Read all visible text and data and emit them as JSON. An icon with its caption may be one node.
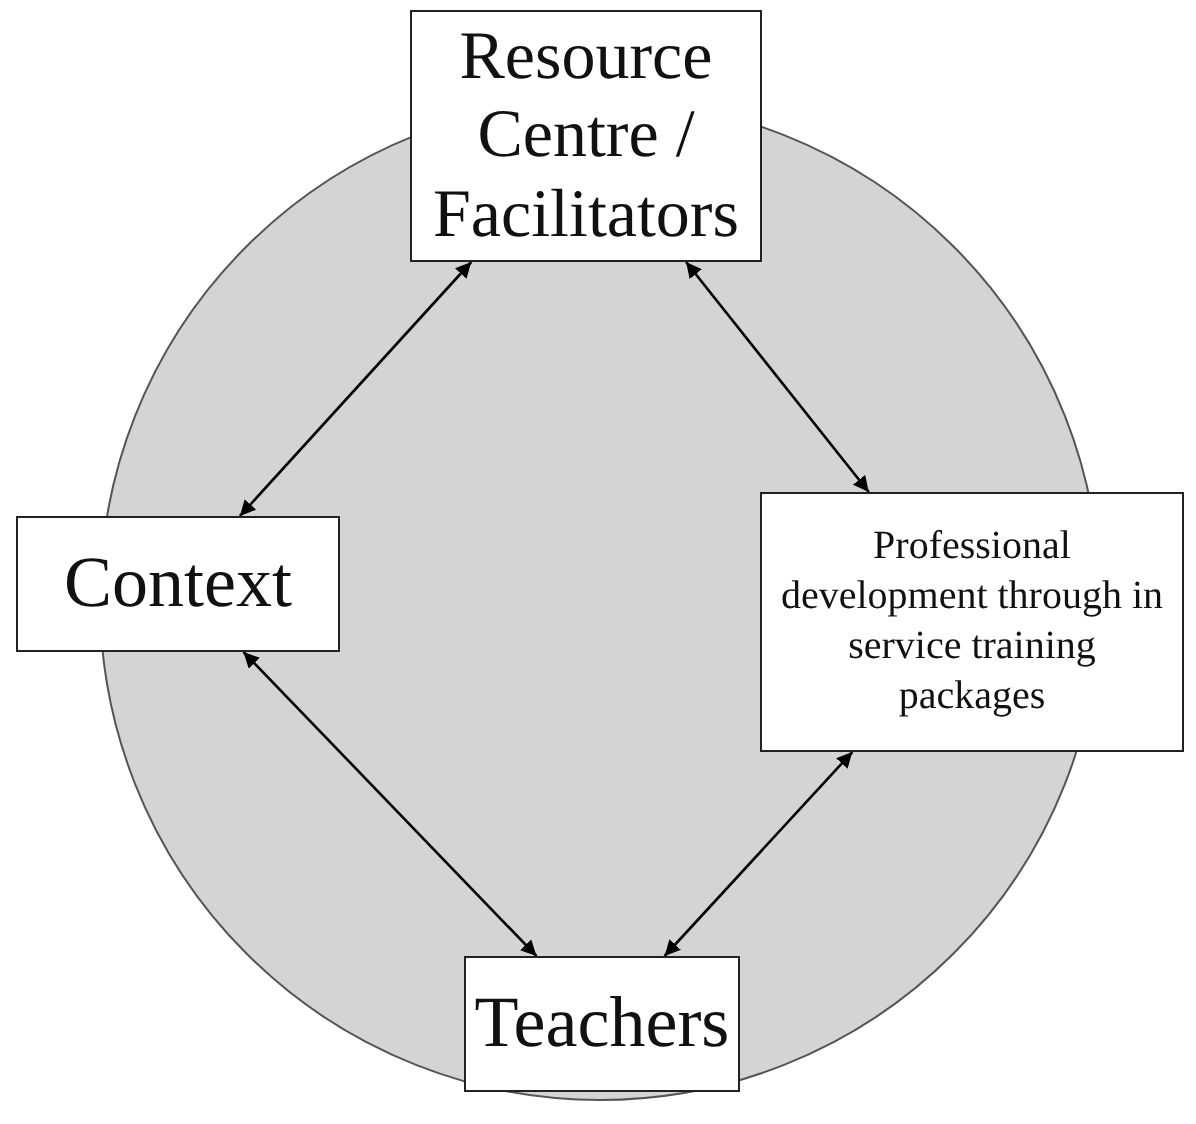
{
  "diagram": {
    "nodes": [
      {
        "text": [
          "Resource Centre / Facilitators"
        ]
      },
      {
        "text": [
          "Professional development through in service training packages"
        ]
      },
      {
        "text": [
          "Context"
        ]
      },
      {
        "text": [
          "Teachers"
        ]
      }
    ],
    "edges": [
      {
        "from": 0,
        "to": 1,
        "arrow": "both"
      },
      {
        "from": 1,
        "to": 3,
        "arrow": "both"
      },
      {
        "from": 3,
        "to": 2,
        "arrow": "both"
      },
      {
        "from": 2,
        "to": 0,
        "arrow": "both"
      }
    ]
  }
}
